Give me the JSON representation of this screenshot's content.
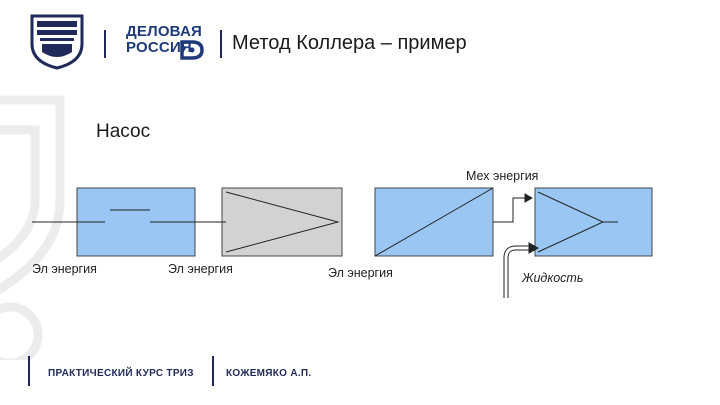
{
  "header": {
    "brand_line1": "ДЕЛОВАЯ",
    "brand_line2": "РОССИЯ",
    "slide_title": "Метод Коллера – пример"
  },
  "slide": {
    "subtitle": "Насос"
  },
  "diagram": {
    "labels": {
      "el_energy_1": "Эл энергия",
      "el_energy_2": "Эл энергия",
      "el_energy_3": "Эл энергия",
      "mech_energy": "Мех энергия",
      "liquid": "Жидкость"
    }
  },
  "footer": {
    "course": "ПРАКТИЧЕСКИЙ КУРС ТРИЗ",
    "author": "КОЖЕМЯКО А.П."
  },
  "colors": {
    "block_blue": "#99c6f2",
    "block_gray": "#d2d2d2",
    "brand_navy": "#1f2a5a"
  }
}
